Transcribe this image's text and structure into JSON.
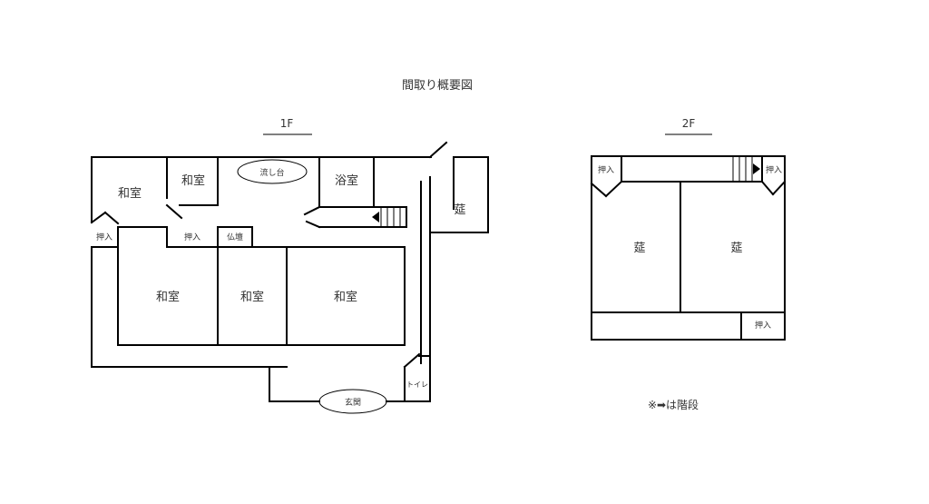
{
  "title": "間取り概要図",
  "floor1": {
    "heading": "1F",
    "rooms": {
      "washitsu_tl": "和室",
      "washitsu_small": "和室",
      "sink": "流し台",
      "bath": "浴室",
      "goza": "莚",
      "oshiire_left": "押入",
      "oshiire_mid": "押入",
      "butsudan": "仏壇",
      "washitsu_a": "和室",
      "washitsu_b": "和室",
      "washitsu_c": "和室",
      "entrance": "玄関",
      "toilet": "トイレ"
    }
  },
  "floor2": {
    "heading": "2F",
    "rooms": {
      "oshiire_tl": "押入",
      "oshiire_tr": "押入",
      "goza_left": "莚",
      "goza_right": "莚",
      "oshiire_bottom": "押入"
    }
  },
  "legend": "※➡は階段"
}
